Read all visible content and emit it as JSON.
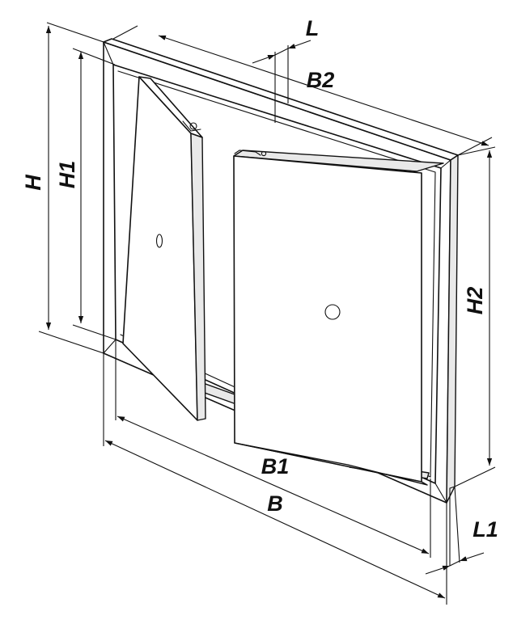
{
  "dimensions": {
    "H": "H",
    "H1": "H1",
    "H2": "H2",
    "B": "B",
    "B1": "B1",
    "B2": "B2",
    "L": "L",
    "L1": "L1"
  }
}
